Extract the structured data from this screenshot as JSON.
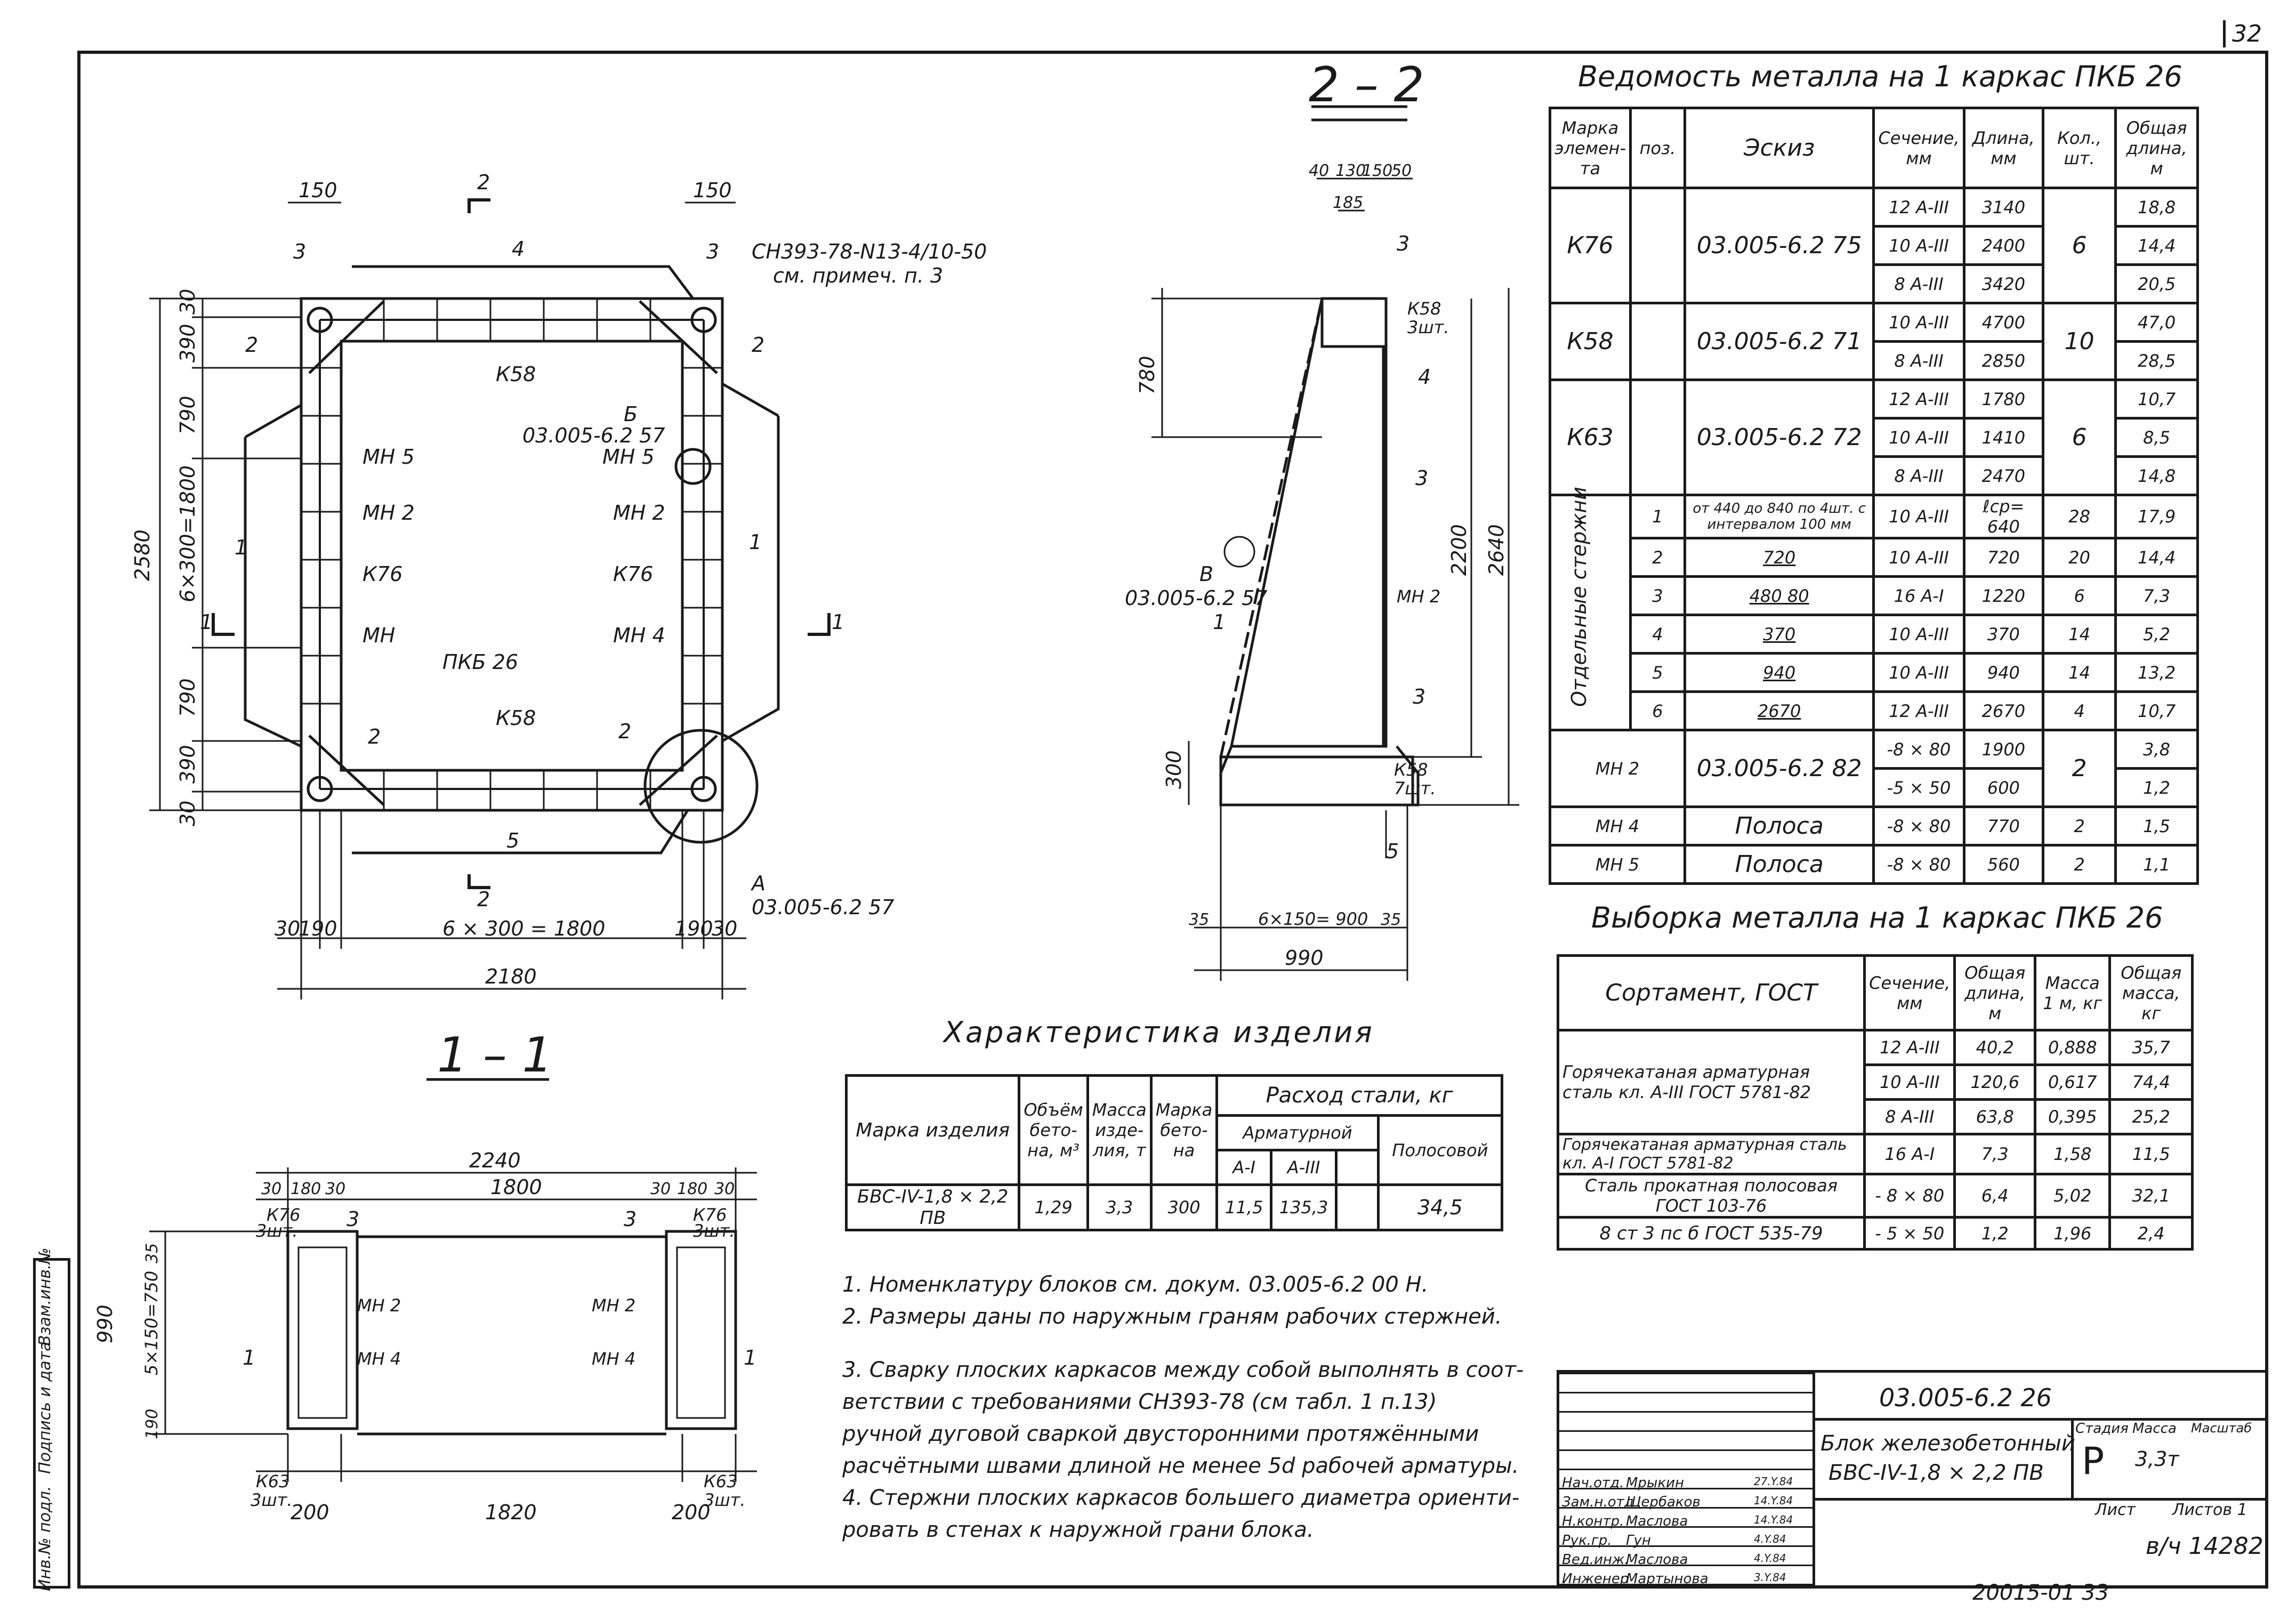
{
  "sheet": {
    "page_number": "32",
    "doc_code": "03.005-6.2  26",
    "bottom_code": "20015-01  33",
    "side_stamp": [
      "Инв.№ подл.",
      "Подпись и дата",
      "Взам.инв.№"
    ],
    "title_lines": [
      "Блок железобетонный",
      "БВС-IV-1,8 × 2,2 ПВ"
    ],
    "stage_label": "Стадия",
    "stage_value": "Р",
    "mass_label": "Масса",
    "mass_value": "3,3т",
    "scale_label": "Масштаб",
    "sheet_label": "Лист",
    "sheets_label": "Листов 1",
    "archive": "в/ч 14282",
    "signatures": [
      {
        "role": "Нач.отд.",
        "name": "Мрыкин",
        "date": "27.Y.84"
      },
      {
        "role": "Зам.н.отд",
        "name": "Щербаков",
        "date": "14.Y.84"
      },
      {
        "role": "Н.контр.",
        "name": "Маслова",
        "date": "14.Y.84"
      },
      {
        "role": "Рук.гр.",
        "name": "Гун",
        "date": "4.Y.84"
      },
      {
        "role": "Вед.инж.",
        "name": "Маслова",
        "date": "4.Y.84"
      },
      {
        "role": "Инженер",
        "name": "Мартынова",
        "date": "3.Y.84"
      }
    ]
  },
  "plan_view": {
    "dim_top_left": "150",
    "dim_top_right": "150",
    "dim_bottom_parts": [
      "30",
      "190",
      "6 × 300 = 1800",
      "190",
      "30"
    ],
    "dim_bottom_total": "2180",
    "dim_left_parts": [
      "30",
      "390",
      "790",
      "6×300=1800",
      "790",
      "390",
      "30"
    ],
    "dim_left_total": "2580",
    "weld_note": "СН393-78-N13-4/10-50",
    "weld_note2": "см. примеч. п. 3",
    "labels": [
      "К58",
      "МН 5",
      "МН 2",
      "К76",
      "МН",
      "ПКБ 26",
      "МН 4",
      "К58",
      "МН 5",
      "МН 2",
      "К76"
    ],
    "callout_b": "Б",
    "callout_b_ref": "03.005-6.2  57",
    "callout_a": "А",
    "callout_a_ref": "03.005-6.2  57",
    "positions": [
      "1",
      "2",
      "3",
      "4",
      "5"
    ]
  },
  "section_22": {
    "title": "2 – 2",
    "dims_top": [
      "40",
      "130",
      "150",
      "50"
    ],
    "dim_185": "185",
    "dim_780": "780",
    "dim_2200": "2200",
    "dim_2640": "2640",
    "dim_300": "300",
    "dim_bottom": [
      "35",
      "6×150= 900",
      "35"
    ],
    "dim_total": "990",
    "callout_v": "В",
    "callout_v_ref": "03.005-6.2  57",
    "labels": [
      "К58",
      "3шт.",
      "МН 2",
      "К58",
      "7шт."
    ]
  },
  "section_11": {
    "title": "1 – 1",
    "dim_top_total": "2240",
    "dim_top_parts": [
      "30",
      "180",
      "30",
      "1800",
      "30",
      "180",
      "30"
    ],
    "dim_left": [
      "35",
      "5×150=750",
      "190"
    ],
    "dim_left_total": "990",
    "dim_bottom_left": "200",
    "dim_bottom_mid": "1820",
    "dim_bottom_right": "200",
    "labels": [
      "К76",
      "3шт.",
      "МН 2",
      "МН 4",
      "К63",
      "3шт."
    ]
  },
  "vedomost": {
    "title": "Ведомость металла на 1 каркас ПКБ 26",
    "headers": [
      "Марка элемен-та",
      "поз.",
      "Эскиз",
      "Сечение, мм",
      "Длина, мм",
      "Кол., шт.",
      "Общая длина, м"
    ],
    "rows": [
      {
        "mark": "К76",
        "pos": "",
        "sketch": "03.005-6.2  75",
        "sec": [
          "12 А-III",
          "10 А-III",
          "8 А-III"
        ],
        "len": [
          "3140",
          "2400",
          "3420"
        ],
        "qty": "6",
        "total": [
          "18,8",
          "14,4",
          "20,5"
        ]
      },
      {
        "mark": "К58",
        "pos": "",
        "sketch": "03.005-6.2  71",
        "sec": [
          "10 А-III",
          "8 А-III"
        ],
        "len": [
          "4700",
          "2850"
        ],
        "qty": "10",
        "total": [
          "47,0",
          "28,5"
        ]
      },
      {
        "mark": "К63",
        "pos": "",
        "sketch": "03.005-6.2  72",
        "sec": [
          "12 А-III",
          "10 А-III",
          "8 А-III"
        ],
        "len": [
          "1780",
          "1410",
          "2470"
        ],
        "qty": "6",
        "total": [
          "10,7",
          "8,5",
          "14,8"
        ]
      }
    ],
    "rod_group": "Отдельные стержни",
    "rods": [
      {
        "pos": "1",
        "sketch": "от 440 до 840 по 4шт. с интервалом 100 мм",
        "sec": "10 А-III",
        "len": "ℓср= 640",
        "qty": "28",
        "total": "17,9"
      },
      {
        "pos": "2",
        "sketch": "720",
        "sec": "10 А-III",
        "len": "720",
        "qty": "20",
        "total": "14,4"
      },
      {
        "pos": "3",
        "sketch": "480    80",
        "sec": "16 А-I",
        "len": "1220",
        "qty": "6",
        "total": "7,3"
      },
      {
        "pos": "4",
        "sketch": "370",
        "sec": "10 А-III",
        "len": "370",
        "qty": "14",
        "total": "5,2"
      },
      {
        "pos": "5",
        "sketch": "940",
        "sec": "10 А-III",
        "len": "940",
        "qty": "14",
        "total": "13,2"
      },
      {
        "pos": "6",
        "sketch": "2670",
        "sec": "12 А-III",
        "len": "2670",
        "qty": "4",
        "total": "10,7"
      }
    ],
    "mn_rows": [
      {
        "mark": "МН 2",
        "sketch": "03.005-6.2  82",
        "sec": [
          "-8 × 80",
          "-5 × 50"
        ],
        "len": [
          "1900",
          "600"
        ],
        "qty": "2",
        "total": [
          "3,8",
          "1,2"
        ]
      },
      {
        "mark": "МН 4",
        "sketch": "Полоса",
        "sec": [
          "-8 × 80"
        ],
        "len": [
          "770"
        ],
        "qty": "2",
        "total": [
          "1,5"
        ]
      },
      {
        "mark": "МН 5",
        "sketch": "Полоса",
        "sec": [
          "-8 × 80"
        ],
        "len": [
          "560"
        ],
        "qty": "2",
        "total": [
          "1,1"
        ]
      }
    ]
  },
  "vyborka": {
    "title": "Выборка металла на 1 каркас ПКБ 26",
    "headers": [
      "Сортамент, ГОСТ",
      "Сечение, мм",
      "Общая длина, м",
      "Масса 1 м, кг",
      "Общая масса, кг"
    ],
    "rows": [
      {
        "sort": "Горячекатаная арматурная сталь кл. А-III  ГОСТ 5781-82",
        "sec": [
          "12 А-III",
          "10 А-III",
          "8 А-III"
        ],
        "len": [
          "40,2",
          "120,6",
          "63,8"
        ],
        "m1": [
          "0,888",
          "0,617",
          "0,395"
        ],
        "mass": [
          "35,7",
          "74,4",
          "25,2"
        ]
      },
      {
        "sort": "Горячекатаная арматурная сталь кл. А-I  ГОСТ 5781-82",
        "sec": [
          "16 А-I"
        ],
        "len": [
          "7,3"
        ],
        "m1": [
          "1,58"
        ],
        "mass": [
          "11,5"
        ]
      },
      {
        "sort": "Сталь прокатная полосовая ГОСТ 103-76",
        "sec": [
          "- 8 × 80"
        ],
        "len": [
          "6,4"
        ],
        "m1": [
          "5,02"
        ],
        "mass": [
          "32,1"
        ]
      },
      {
        "sort": "8 ст 3 пс б  ГОСТ 535-79",
        "sec": [
          "- 5 × 50"
        ],
        "len": [
          "1,2"
        ],
        "m1": [
          "1,96"
        ],
        "mass": [
          "2,4"
        ]
      }
    ]
  },
  "characteristics": {
    "title": "Характеристика изделия",
    "h_mark": "Марка изделия",
    "h_volume": "Объём бето-на, м³",
    "h_mass": "Масса изде-лия, т",
    "h_concrete": "Марка бето-на",
    "h_steel": "Расход стали, кг",
    "h_rebar": "Арматурной",
    "h_ai": "А-I",
    "h_aiii": "А-III",
    "h_strip": "Полосовой",
    "row": {
      "mark": "БВС-IV-1,8 × 2,2 ПВ",
      "volume": "1,29",
      "mass": "3,3",
      "concrete": "300",
      "ai": "11,5",
      "aiii": "135,3",
      "strip": "34,5"
    }
  },
  "notes": [
    "1. Номенклатуру         блоков см.  докум. 03.005-6.2  00 Н.",
    "2. Размеры даны по наружным граням рабочих стержней.",
    "3. Сварку плоских каркасов между собой выполнять в соот-",
    "ветствии с требованиями СН393-78 (см табл. 1 п.13)",
    "ручной дуговой сваркой двусторонними протяжёнными",
    "расчётными швами длиной не менее 5d рабочей арматуры.",
    "4. Стержни плоских каркасов большего диаметра ориенти-",
    "ровать в стенах  к наружной грани блока."
  ]
}
